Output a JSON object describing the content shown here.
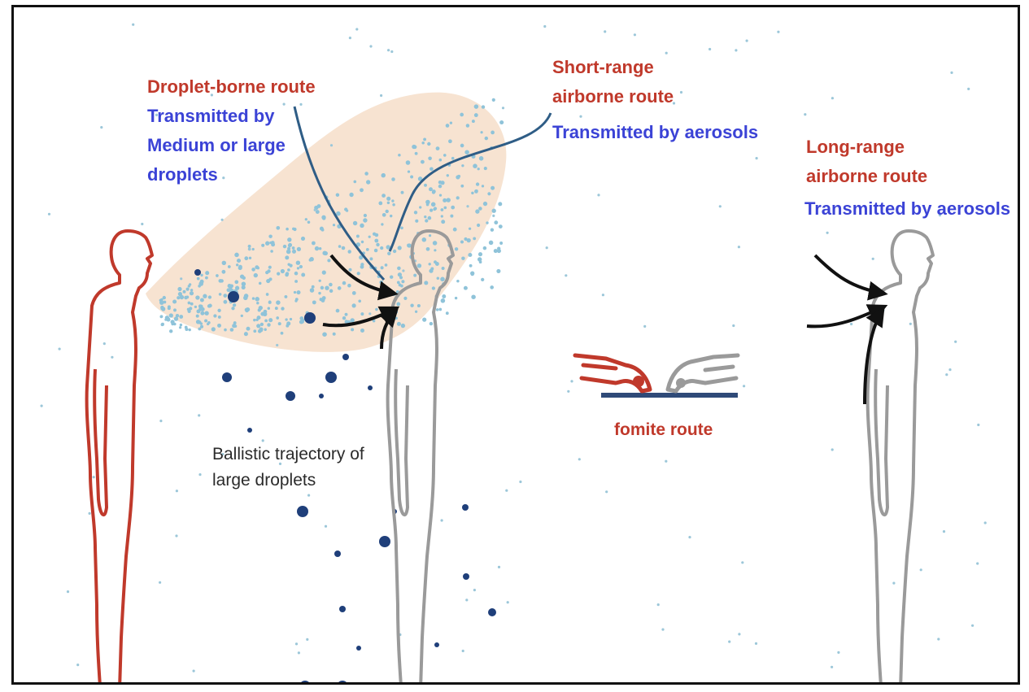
{
  "labels": {
    "droplet_route": "Droplet-borne route",
    "droplet_transmitted_1": "Transmitted by",
    "droplet_transmitted_2": "Medium or large",
    "droplet_transmitted_3": "droplets",
    "short_range_1": "Short-range",
    "short_range_2": "airborne route",
    "short_range_transmitted": "Transmitted by aerosols",
    "long_range_1": "Long-range",
    "long_range_2": "airborne route",
    "long_range_transmitted": "Transmitted by aerosols",
    "fomite": "fomite route",
    "ballistic_1": "Ballistic trajectory of",
    "ballistic_2": "large droplets"
  },
  "colors": {
    "route_red": "#c0392b",
    "transmitted_blue": "#3b43d6",
    "infected_person": "#c0392b",
    "receiver_person": "#9a9a9a",
    "aerosol_cloud": "#f7e1cf",
    "aerosol_dot": "#8fc3d9",
    "large_droplet": "#1f3f7a",
    "arrow": "#111111"
  },
  "icons": {
    "infected": "person-outline-icon",
    "receiver": "person-outline-icon",
    "fomite": "hands-touching-surface-icon"
  }
}
